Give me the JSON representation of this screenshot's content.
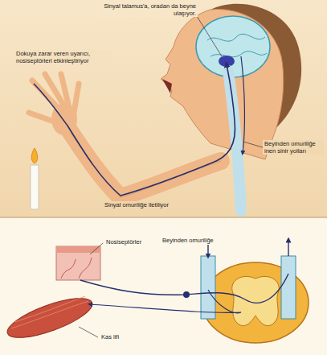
{
  "diagram": {
    "labels": [
      "Sinyal talamus'a, oradan da beyne ulaşıyor.",
      "Dokuya zarar veren uyarıcı, nosiseptörleri etkinleştiriyor",
      "Beyinden omuriliğe inen sinir yolları",
      "Sinyal omuriliğe iletiliyor",
      "Nosiseptörler",
      "Beyinden omuriliğe",
      "Kas lifi"
    ]
  }
}
